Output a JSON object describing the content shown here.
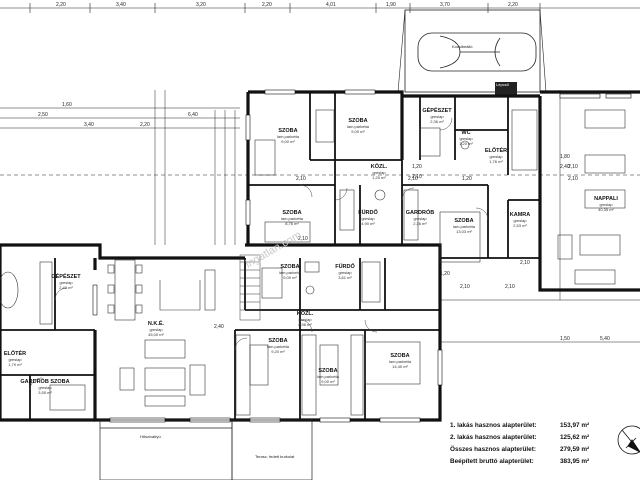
{
  "top_dimensions": [
    "2,20",
    "3,40",
    "3,20",
    "2,20",
    "4,01",
    "1,90",
    "3,70",
    "2,20"
  ],
  "side_dimensions": [
    "1,60",
    "2,50",
    "3,40",
    "6,40",
    "2,20"
  ],
  "right_dimensions": [
    "1,50",
    "5,40"
  ],
  "misc_dimensions": [
    "2,10",
    "2,10",
    "1,20",
    "2,10",
    "2,10",
    "2,10",
    "2,40",
    "2,10",
    "2,10",
    "2,10",
    "1,20"
  ],
  "top_room_dims": [
    "1,80",
    "2,40",
    "1,20",
    "2,10"
  ],
  "car_label": "Kocsibeálló",
  "small_box_label": "Lépcső",
  "rooms": [
    {
      "name": "SZOBA",
      "sub": "lam.parketta",
      "area": "9,00 m²"
    },
    {
      "name": "SZOBA",
      "sub": "lam.parketta",
      "area": "9,00 m²"
    },
    {
      "name": "KÖZL.",
      "sub": "greslap",
      "area": "1,20 m²"
    },
    {
      "name": "GÉPÉSZET",
      "sub": "greslap",
      "area": "2,36 m²"
    },
    {
      "name": "WC",
      "sub": "greslap",
      "area": "1,20 m²"
    },
    {
      "name": "ELŐTÉR",
      "sub": "greslap",
      "area": "1,76 m²"
    },
    {
      "name": "SZOBA",
      "sub": "lam.parketta",
      "area": "8,76 m²"
    },
    {
      "name": "FÜRDŐ",
      "sub": "greslap",
      "area": "4,90 m²"
    },
    {
      "name": "GARDRÓB",
      "sub": "greslap",
      "area": "2,36 m²"
    },
    {
      "name": "SZOBA",
      "sub": "lam.parketta",
      "area": "13,03 m²"
    },
    {
      "name": "KAMRA",
      "sub": "greslap",
      "area": "2,53 m²"
    },
    {
      "name": "NAPPALI",
      "sub": "greslap",
      "area": "40,39 m²"
    },
    {
      "name": "GÉPÉSZET",
      "sub": "greslap",
      "area": "2,40 m²"
    },
    {
      "name": "SZOBA",
      "sub": "lam.parketta",
      "area": "9,00 m²"
    },
    {
      "name": "FÜRDŐ",
      "sub": "greslap",
      "area": "3,61 m²"
    },
    {
      "name": "N.K.É.",
      "sub": "greslap",
      "area": "45,00 m²"
    },
    {
      "name": "KÖZL.",
      "sub": "greslap",
      "area": "8,96 m²"
    },
    {
      "name": "ELŐTÉR",
      "sub": "greslap",
      "area": "1,79 m²"
    },
    {
      "name": "SZOBA",
      "sub": "lam.parketta",
      "area": "9,20 m²"
    },
    {
      "name": "SZOBA",
      "sub": "lam.parketta",
      "area": "9,00 m²"
    },
    {
      "name": "SZOBA",
      "sub": "lam.parketta",
      "area": "14,40 m²"
    },
    {
      "name": "GARDRÓB SZOBA",
      "sub": "greslap",
      "area": "3,55 m²"
    }
  ],
  "terrace_label": "Terasz, fedett burkolat",
  "side_label": "Hőszivattyú",
  "summary": [
    {
      "label": "1. lakás hasznos alapterület:",
      "value": "153,97 m²"
    },
    {
      "label": "2. lakás hasznos alapterület:",
      "value": "125,62 m²"
    },
    {
      "label": "Összes hasznos alapterület:",
      "value": "279,59 m²"
    },
    {
      "label": "Beépített bruttó alapterület:",
      "value": "383,95 m²"
    }
  ],
  "watermark": "ingatlan.com"
}
